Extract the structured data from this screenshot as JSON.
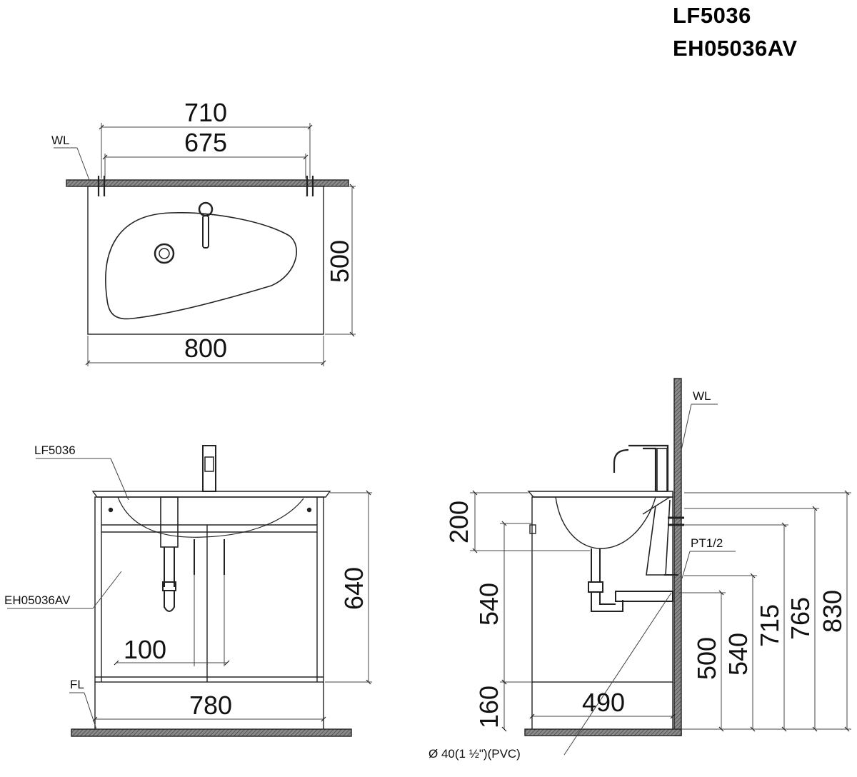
{
  "model_codes": [
    "LF5036",
    "EH05036AV"
  ],
  "top_view": {
    "wall_label": "WL",
    "dim_overall_mount": "710",
    "dim_inner_mount": "675",
    "dim_depth": "500",
    "dim_width": "800"
  },
  "front_view": {
    "label_basin": "LF5036",
    "label_cabinet": "EH05036AV",
    "floor_label": "FL",
    "dim_height": "640",
    "dim_drain_offset": "100",
    "dim_width": "780"
  },
  "side_view": {
    "wall_label": "WL",
    "pipe_thread_label": "PT1/2",
    "drain_label": "Ø  40(1 ½\")(PVC)",
    "dim_basin_depth": "200",
    "dim_cabinet_height": "540",
    "dim_plinth": "160",
    "dim_cabinet_depth": "490",
    "dim_drain_height": "500",
    "dim_supply_height": "540",
    "dim_cabinet_top": "715",
    "dim_mount_height": "765",
    "dim_overall_height": "830"
  },
  "colors": {
    "line": "#222222",
    "hatch": "#6b6b6b",
    "background": "#ffffff"
  }
}
